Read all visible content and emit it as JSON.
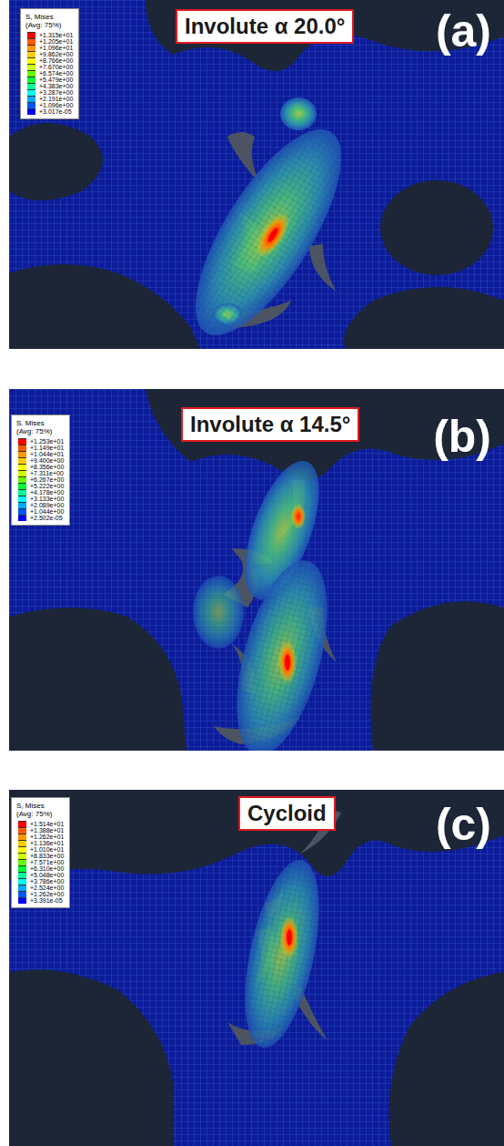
{
  "diagram": {
    "nodes": [
      {
        "text": [
          "Involute α 20.0°"
        ]
      },
      {
        "text": [
          "Involute α 14.5°"
        ]
      },
      {
        "text": [
          "Cycloid"
        ]
      }
    ],
    "labels": [
      "S, Mises",
      "(Avg: 75%)",
      "(a)",
      "S. Mises",
      "(Avg: 75%)",
      "(b)",
      "S, Mises",
      "(Avg: 75%)",
      "(c)"
    ],
    "legend": [
      {
        "text": "+1.315e+01",
        "color": "#ff0000"
      },
      {
        "text": "+1.205e+01",
        "color": "#ff5a00"
      },
      {
        "text": "+1.096e+01",
        "color": "#ff9900"
      },
      {
        "text": "+9.862e+00",
        "color": "#ffcc00"
      },
      {
        "text": "+8.766e+00",
        "color": "#ffff00"
      },
      {
        "text": "+7.670e+00",
        "color": "#ccff00"
      },
      {
        "text": "+6.574e+00",
        "color": "#66ff00"
      },
      {
        "text": "+5.479e+00",
        "color": "#00ff33"
      },
      {
        "text": "+4.383e+00",
        "color": "#00ff99"
      },
      {
        "text": "+3.287e+00",
        "color": "#00ffee"
      },
      {
        "text": "+2.191e+00",
        "color": "#00aaff"
      },
      {
        "text": "+1.096e+00",
        "color": "#0055ff"
      },
      {
        "text": "+3.017e-05",
        "color": "#0000ff"
      },
      {
        "text": "+1.253e+01",
        "color": "#ff0000"
      },
      {
        "text": "+1.149e+01",
        "color": "#ff5a00"
      },
      {
        "text": "+1.044e+01",
        "color": "#ff9900"
      },
      {
        "text": "+9.400e+00",
        "color": "#ffcc00"
      },
      {
        "text": "+8.356e+00",
        "color": "#ffff00"
      },
      {
        "text": "+7.311e+00",
        "color": "#ccff00"
      },
      {
        "text": "+6.267e+00",
        "color": "#66ff00"
      },
      {
        "text": "+5.222e+00",
        "color": "#00ff33"
      },
      {
        "text": "+4.178e+00",
        "color": "#00ff99"
      },
      {
        "text": "+3.133e+00",
        "color": "#00ffee"
      },
      {
        "text": "+2.089e+00",
        "color": "#00aaff"
      },
      {
        "text": "+1.044e+00",
        "color": "#0055ff"
      },
      {
        "text": "+2.502e-05",
        "color": "#0000ff"
      },
      {
        "text": "+1.514e+01",
        "color": "#ff0000"
      },
      {
        "text": "+1.388e+01",
        "color": "#ff5a00"
      },
      {
        "text": "+1.262e+01",
        "color": "#ff9900"
      },
      {
        "text": "+1.136e+01",
        "color": "#ffcc00"
      },
      {
        "text": "+1.010e+01",
        "color": "#ffff00"
      },
      {
        "text": "+8.833e+00",
        "color": "#ccff00"
      },
      {
        "text": "+7.571e+00",
        "color": "#66ff00"
      },
      {
        "text": "+6.310e+00",
        "color": "#00ff33"
      },
      {
        "text": "+5.048e+00",
        "color": "#00ff99"
      },
      {
        "text": "+3.786e+00",
        "color": "#00ffee"
      },
      {
        "text": "+2.524e+00",
        "color": "#00aaff"
      },
      {
        "text": "+1.262e+00",
        "color": "#0055ff"
      },
      {
        "text": "+3.391e-05",
        "color": "#0000ff"
      }
    ]
  }
}
